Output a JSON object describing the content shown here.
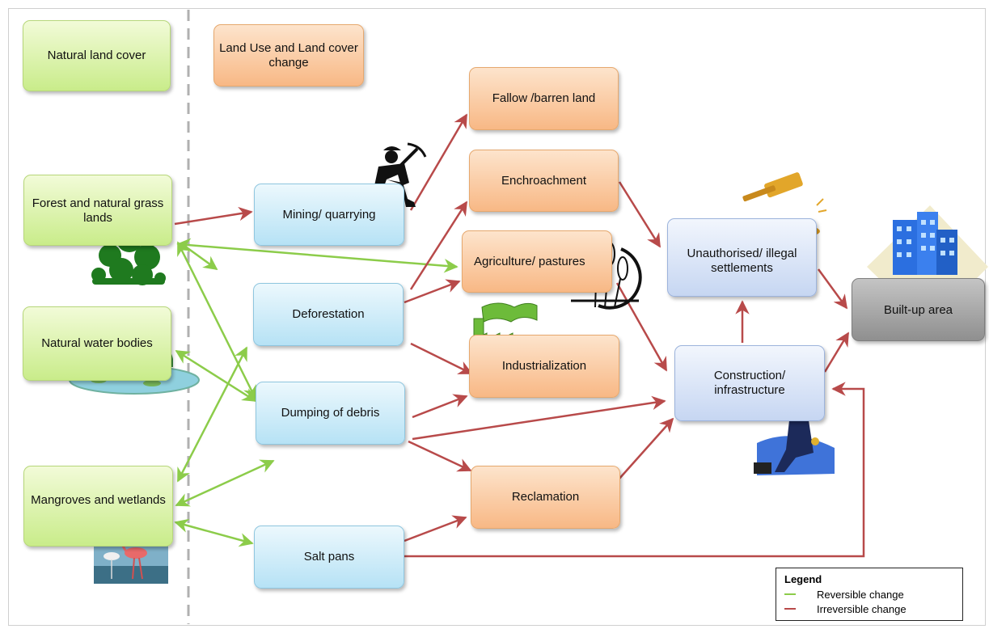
{
  "boxes": {
    "natural_land_cover": "Natural land cover",
    "land_use_change": "Land Use and Land cover change",
    "forest": "Forest and natural grass lands",
    "water_bodies": "Natural water bodies",
    "mangroves": "Mangroves and wetlands",
    "mining": "Mining/ quarrying",
    "deforestation": "Deforestation",
    "dumping": "Dumping of debris",
    "salt_pans": "Salt pans",
    "fallow": "Fallow /barren land",
    "encroachment": "Enchroachment",
    "agriculture": "Agriculture/ pastures",
    "industrialization": "Industrialization",
    "reclamation": "Reclamation",
    "unauthorised": "Unauthorised/ illegal settlements",
    "construction": "Construction/ infrastructure",
    "built_up": "Built-up area"
  },
  "legend": {
    "title": "Legend",
    "reversible": "Reversible change",
    "irreversible": "Irreversible change"
  },
  "colors": {
    "reversible": "#8ccc4a",
    "irreversible": "#b84a4a",
    "divider": "#b0b0b0"
  },
  "icons": [
    "miner-icon",
    "tree-icon",
    "pond-icon",
    "flamingo-icon",
    "factory-icon",
    "wheat-icon",
    "gavel-icon",
    "worker-icon",
    "buildings-icon"
  ]
}
